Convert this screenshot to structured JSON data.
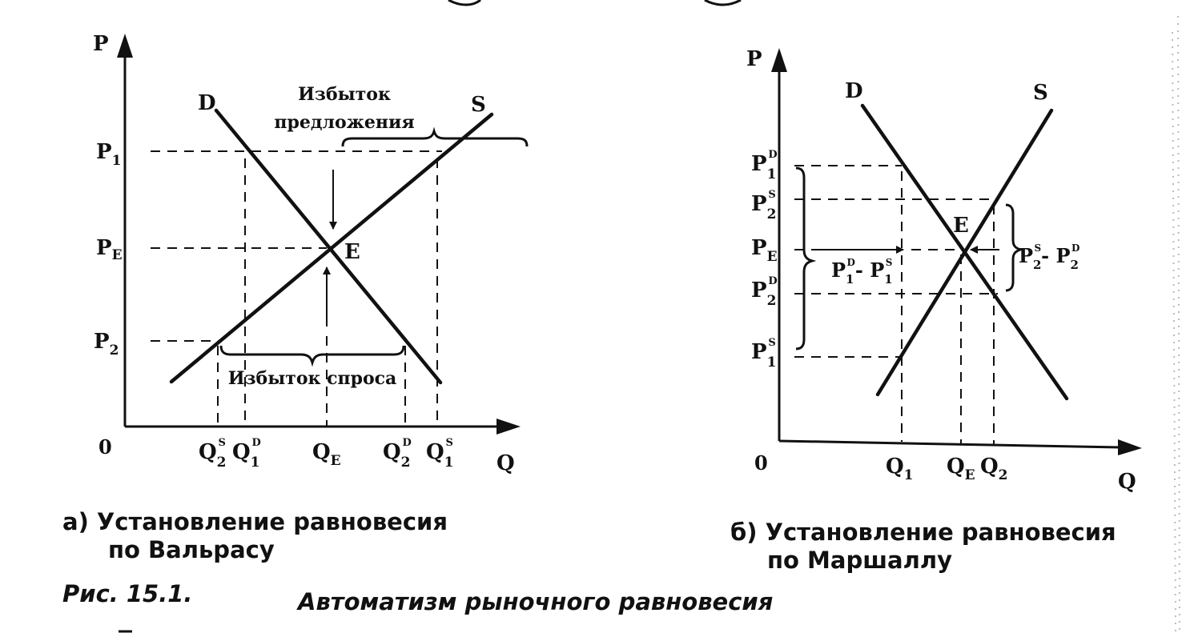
{
  "panel_a": {
    "axis_p": "P",
    "axis_q": "Q",
    "origin": "0",
    "demand": "D",
    "supply": "S",
    "equilibrium": "E",
    "p1": "P",
    "p1_sub": "1",
    "pe": "P",
    "pe_sub": "E",
    "p2": "P",
    "p2_sub": "2",
    "excess_supply_line1": "Избыток",
    "excess_supply_line2": "предложения",
    "excess_demand": "Избыток спроса",
    "q2s": "Q",
    "q2s_sub": "2",
    "q2s_sup": "S",
    "q1d": "Q",
    "q1d_sub": "1",
    "q1d_sup": "D",
    "qe": "Q",
    "qe_sub": "E",
    "q2d": "Q",
    "q2d_sub": "2",
    "q2d_sup": "D",
    "q1s": "Q",
    "q1s_sub": "1",
    "q1s_sup": "S",
    "caption_line1": "а) Установление равновесия",
    "caption_line2": "по Вальрасу"
  },
  "panel_b": {
    "axis_p": "P",
    "axis_q": "Q",
    "origin": "0",
    "demand": "D",
    "supply": "S",
    "equilibrium": "E",
    "p1d": "P",
    "p1d_sub": "1",
    "p1d_sup": "D",
    "p2s": "P",
    "p2s_sub": "2",
    "p2s_sup": "S",
    "pe": "P",
    "pe_sub": "E",
    "p2d": "P",
    "p2d_sub": "2",
    "p2d_sup": "D",
    "p1s": "P",
    "p1s_sub": "1",
    "p1s_sup": "S",
    "gap_left": "P",
    "gap_left_sub1": "1",
    "gap_left_sup1": "D",
    "gap_left_mid": "- P",
    "gap_left_sub2": "1",
    "gap_left_sup2": "S",
    "gap_right": "P",
    "gap_right_sub1": "2",
    "gap_right_sup1": "S",
    "gap_right_mid": "- P",
    "gap_right_sub2": "2",
    "gap_right_sup2": "D",
    "q1": "Q",
    "q1_sub": "1",
    "qe": "Q",
    "qe_sub": "E",
    "q2": "Q",
    "q2_sub": "2",
    "caption_line1": "б) Установление равновесия",
    "caption_line2": "по Маршаллу"
  },
  "figure": {
    "number": "Рис. 15.1.",
    "title": "Автоматизм рыночного равновесия"
  }
}
